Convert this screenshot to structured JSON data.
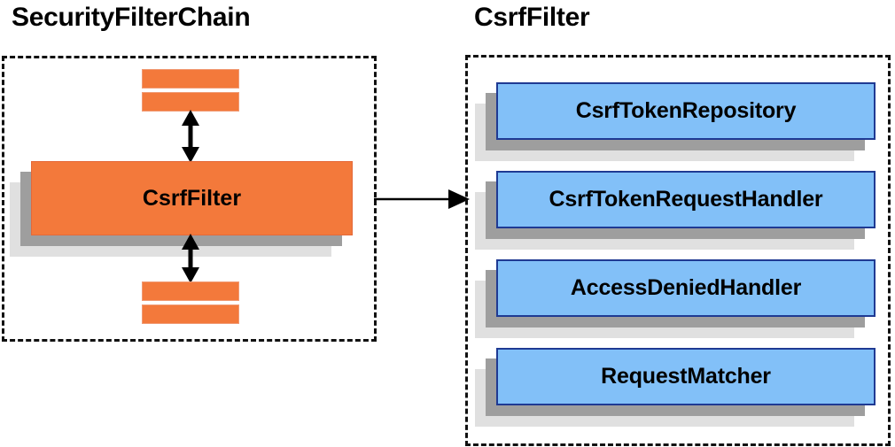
{
  "diagram": {
    "title_left": "SecurityFilterChain",
    "title_right": "CsrfFilter",
    "colors": {
      "orange_fill": "#F3793B",
      "orange_border": "#E4693A",
      "blue_fill": "#82C0F8",
      "blue_border": "#1F3A93",
      "shadow_dark": "#9E9E9E",
      "shadow_light": "#E0E0E0",
      "outline_dashed": "#111111",
      "text": "#000000"
    }
  },
  "left_panel": {
    "title": "SecurityFilterChain",
    "filter_box": {
      "label": "CsrfFilter"
    },
    "stub_bars_top": [
      "",
      ""
    ],
    "stub_bars_bottom": [
      "",
      ""
    ],
    "arrows": {
      "up": "double-arrow-vertical",
      "down": "double-arrow-vertical"
    }
  },
  "connector": {
    "icon": "arrow-right-icon",
    "label": ""
  },
  "right_panel": {
    "title": "CsrfFilter",
    "collaborators": [
      {
        "label": "CsrfTokenRepository"
      },
      {
        "label": "CsrfTokenRequestHandler"
      },
      {
        "label": "AccessDeniedHandler"
      },
      {
        "label": "RequestMatcher"
      }
    ]
  }
}
